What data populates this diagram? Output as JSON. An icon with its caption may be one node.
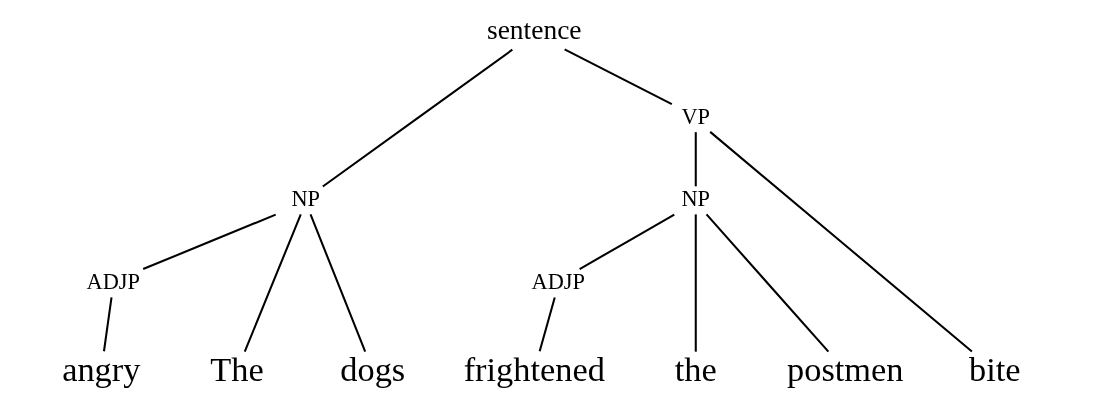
{
  "diagram": {
    "nodes": [
      {
        "text": [
          "sentence"
        ]
      },
      {
        "text": [
          "NP"
        ]
      },
      {
        "text": [
          "VP"
        ]
      },
      {
        "text": [
          "ADJP"
        ]
      },
      {
        "text": [
          "NP"
        ]
      },
      {
        "text": [
          "ADJP"
        ]
      },
      {
        "text": [
          "The"
        ]
      },
      {
        "text": [
          "angry"
        ]
      },
      {
        "text": [
          "dogs"
        ]
      },
      {
        "text": [
          "bite"
        ]
      },
      {
        "text": [
          "the"
        ]
      },
      {
        "text": [
          "frightened"
        ]
      },
      {
        "text": [
          "postmen"
        ]
      }
    ],
    "edges": [
      {
        "from": 0,
        "to": 1,
        "arrow": "none"
      },
      {
        "from": 0,
        "to": 2,
        "arrow": "none"
      },
      {
        "from": 1,
        "to": 6,
        "arrow": "none"
      },
      {
        "from": 1,
        "to": 3,
        "arrow": "none"
      },
      {
        "from": 1,
        "to": 8,
        "arrow": "none"
      },
      {
        "from": 3,
        "to": 7,
        "arrow": "none"
      },
      {
        "from": 2,
        "to": 9,
        "arrow": "none"
      },
      {
        "from": 2,
        "to": 4,
        "arrow": "none"
      },
      {
        "from": 4,
        "to": 10,
        "arrow": "none"
      },
      {
        "from": 4,
        "to": 5,
        "arrow": "none"
      },
      {
        "from": 4,
        "to": 12,
        "arrow": "none"
      },
      {
        "from": 5,
        "to": 11,
        "arrow": "none"
      }
    ]
  }
}
